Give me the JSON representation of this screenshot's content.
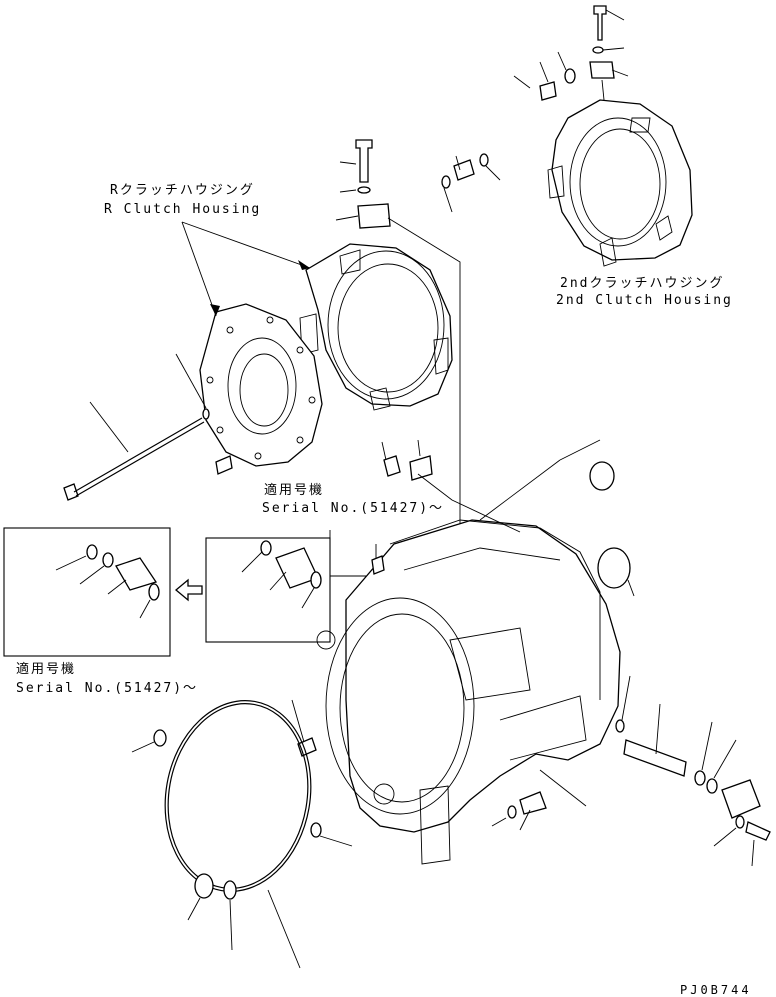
{
  "labels": {
    "r_clutch_jp": "Rクラッチハウジング",
    "r_clutch_en": "R Clutch Housing",
    "second_clutch_jp": "2ndクラッチハウジング",
    "second_clutch_en": "2nd Clutch Housing",
    "applicable_jp_center": "適用号機",
    "serial_center": "Serial No.(51427)～",
    "applicable_jp_left": "適用号機",
    "serial_left": "Serial No.(51427)～",
    "drawing_code": "PJ0B744"
  },
  "icons": {
    "arrow": "hollow-left-arrow"
  }
}
